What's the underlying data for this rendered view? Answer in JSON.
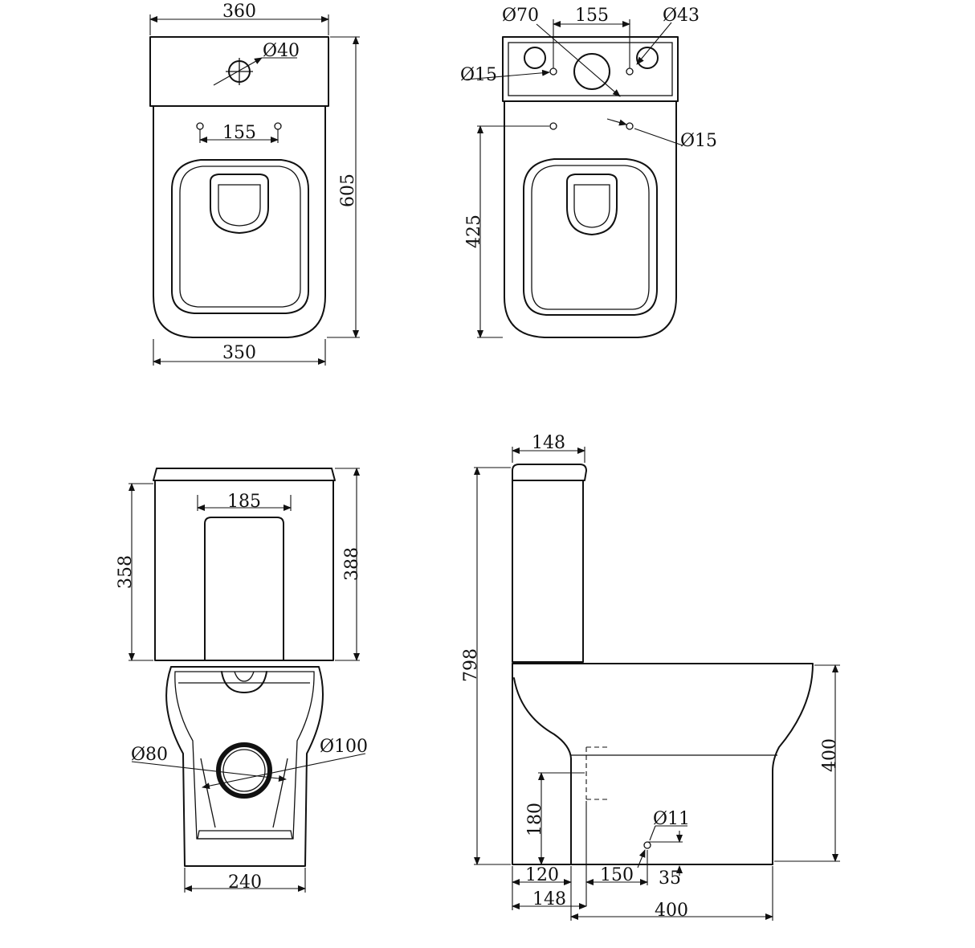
{
  "colors": {
    "line": "#111111",
    "background": "#ffffff"
  },
  "views": {
    "top": {
      "dims": {
        "width_top": "360",
        "diameter_tap": "Ø40",
        "bolt_spacing": "155",
        "height": "605",
        "width_bottom": "350"
      }
    },
    "rear": {
      "dims": {
        "dia_70": "Ø70",
        "spacing": "155",
        "dia_43": "Ø43",
        "dia_15_left": "Ø15",
        "dia_15_right": "Ø15",
        "depth": "425"
      }
    },
    "front": {
      "dims": {
        "spacing": "185",
        "height_358": "358",
        "height_388": "388",
        "dia_80": "Ø80",
        "dia_100": "Ø100",
        "width_240": "240"
      }
    },
    "side": {
      "dims": {
        "tank_depth": "148",
        "total_height": "798",
        "bowl_height": "400",
        "outlet_height": "180",
        "dia_11": "Ø11",
        "d120": "120",
        "d150": "150",
        "d35": "35",
        "d148": "148",
        "d400": "400"
      }
    }
  }
}
